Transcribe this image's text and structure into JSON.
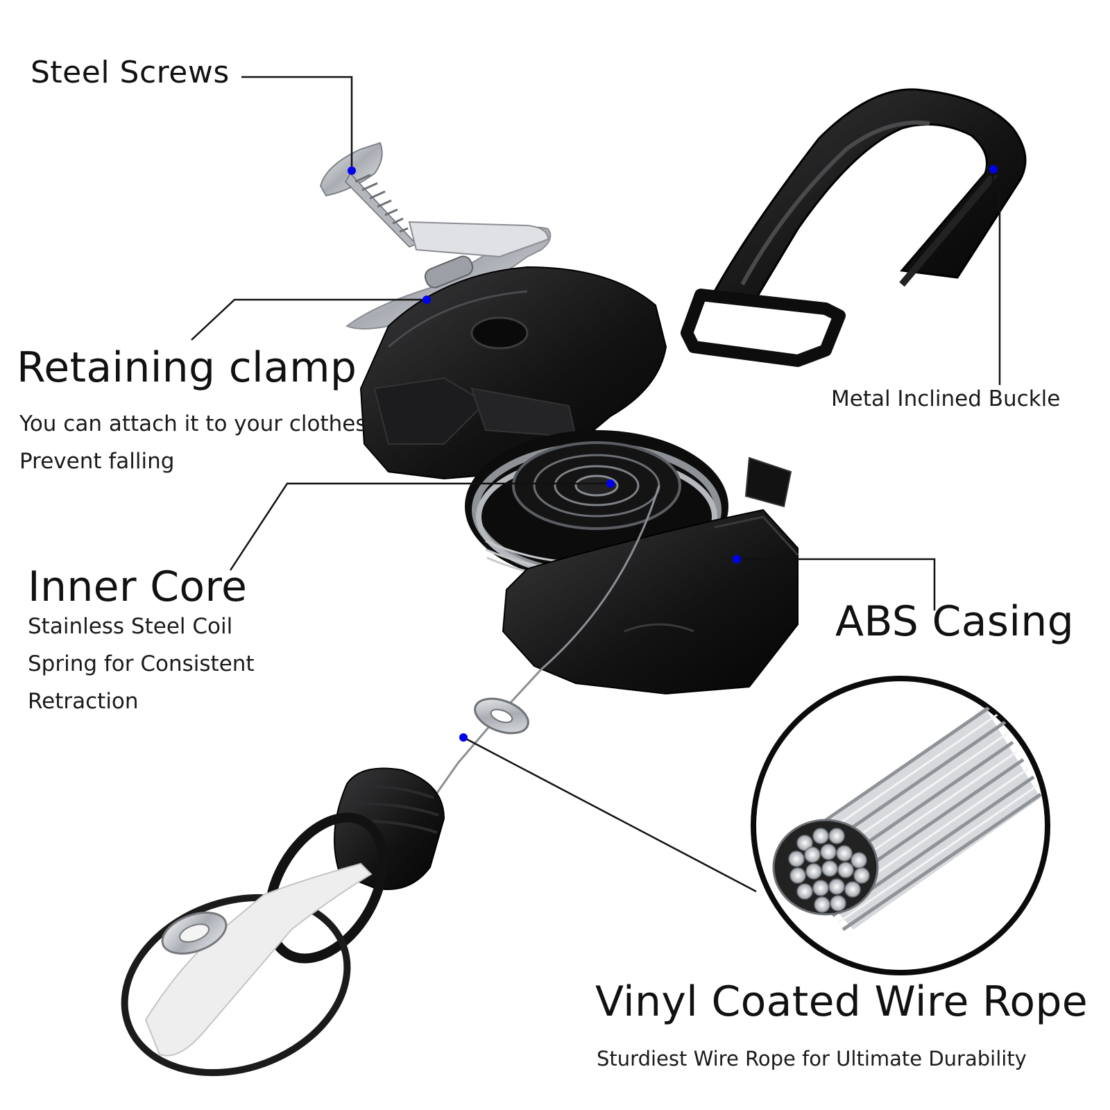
{
  "callouts": {
    "steel_screws": {
      "title": "Steel Screws"
    },
    "retaining_clamp": {
      "title": "Retaining clamp",
      "lines": [
        "You can attach it to your clothes",
        "Prevent falling"
      ]
    },
    "metal_buckle": {
      "title": "Metal Inclined Buckle"
    },
    "inner_core": {
      "title": "Inner Core",
      "lines": [
        "Stainless Steel Coil",
        "Spring for Consistent",
        "Retraction"
      ]
    },
    "abs_casing": {
      "title": "ABS Casing"
    },
    "wire_rope": {
      "title": "Vinyl Coated Wire Rope",
      "lines": [
        "Sturdiest Wire Rope for Ultimate Durability"
      ]
    }
  },
  "colors": {
    "leader_line": "#111111",
    "marker_dot": "#0000ee",
    "part_black": "#141414",
    "metal": "#c8cbd0"
  }
}
